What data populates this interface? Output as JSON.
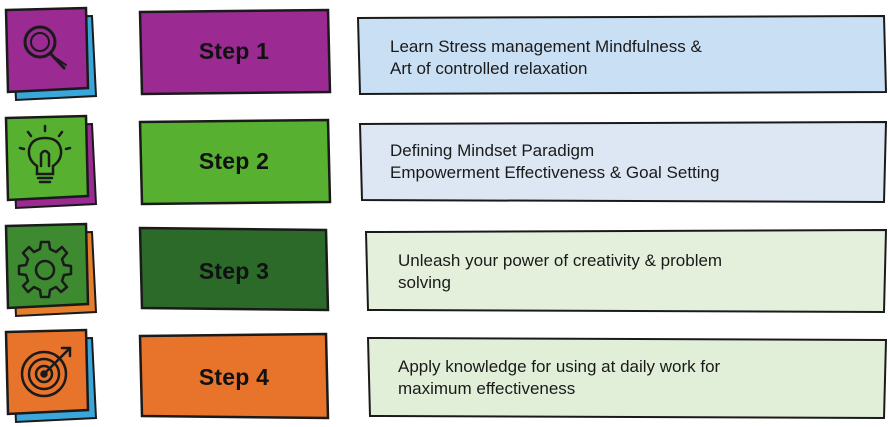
{
  "steps": [
    {
      "label": "Step 1",
      "icon": "magnifier-icon",
      "color": "#9b2a93",
      "icon_tile_color": "#9b2a93",
      "icon_shadow_color": "#3aa7dc",
      "desc_bg": "#c9dff3",
      "lines": [
        "Learn Stress management Mindfulness &",
        "Art of controlled relaxation"
      ]
    },
    {
      "label": "Step 2",
      "icon": "lightbulb-icon",
      "color": "#57b030",
      "icon_tile_color": "#57b030",
      "icon_shadow_color": "#9b2a93",
      "desc_bg": "#dce7f3",
      "lines": [
        "Defining Mindset Paradigm",
        "Empowerment Effectiveness & Goal Setting"
      ]
    },
    {
      "label": "Step 3",
      "icon": "gear-icon",
      "color": "#2b6a28",
      "icon_tile_color": "#3d8a31",
      "icon_shadow_color": "#e67f2c",
      "desc_bg": "#e4f0dc",
      "lines": [
        "Unleash your power of creativity & problem",
        "solving"
      ]
    },
    {
      "label": "Step 4",
      "icon": "target-icon",
      "color": "#e8742c",
      "icon_tile_color": "#e8742c",
      "icon_shadow_color": "#3aa7dc",
      "desc_bg": "#e1efd8",
      "lines": [
        "Apply knowledge for using at daily work for",
        "maximum effectiveness"
      ]
    }
  ]
}
